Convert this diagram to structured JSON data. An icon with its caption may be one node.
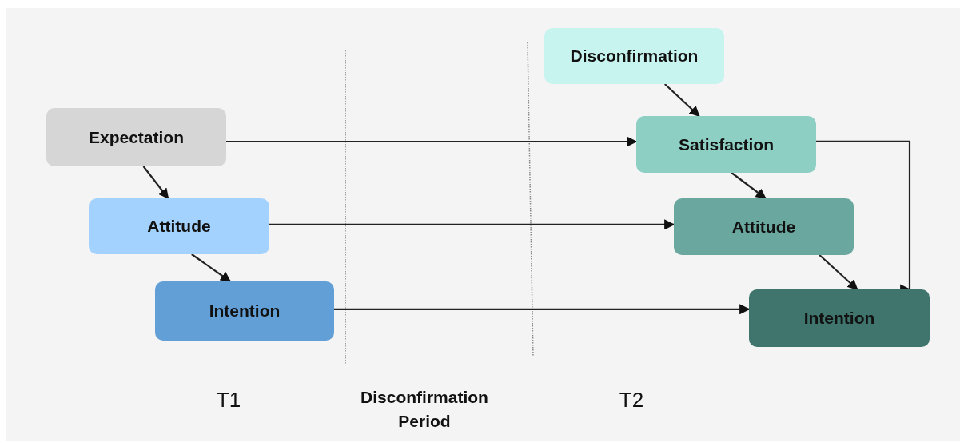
{
  "diagram": {
    "nodes": [
      {
        "text": [
          "Expectation"
        ]
      },
      {
        "text": [
          "Attitude"
        ]
      },
      {
        "text": [
          "Intention"
        ]
      },
      {
        "text": [
          "Disconfirmation"
        ]
      },
      {
        "text": [
          "Satisfaction"
        ]
      },
      {
        "text": [
          "Attitude"
        ]
      },
      {
        "text": [
          "Intention"
        ]
      }
    ],
    "edges": [
      {
        "from": 0,
        "to": 1,
        "arrow": "to"
      },
      {
        "from": 1,
        "to": 2,
        "arrow": "to"
      },
      {
        "from": 0,
        "to": 4,
        "arrow": "to"
      },
      {
        "from": 1,
        "to": 5,
        "arrow": "to"
      },
      {
        "from": 2,
        "to": 6,
        "arrow": "to"
      },
      {
        "from": 3,
        "to": 4,
        "arrow": "to"
      },
      {
        "from": 4,
        "to": 5,
        "arrow": "to"
      },
      {
        "from": 4,
        "to": 6,
        "arrow": "to"
      },
      {
        "from": 5,
        "to": 6,
        "arrow": "to"
      }
    ],
    "labels": [
      "T1",
      "Disconfirmation Period",
      "T2"
    ]
  }
}
